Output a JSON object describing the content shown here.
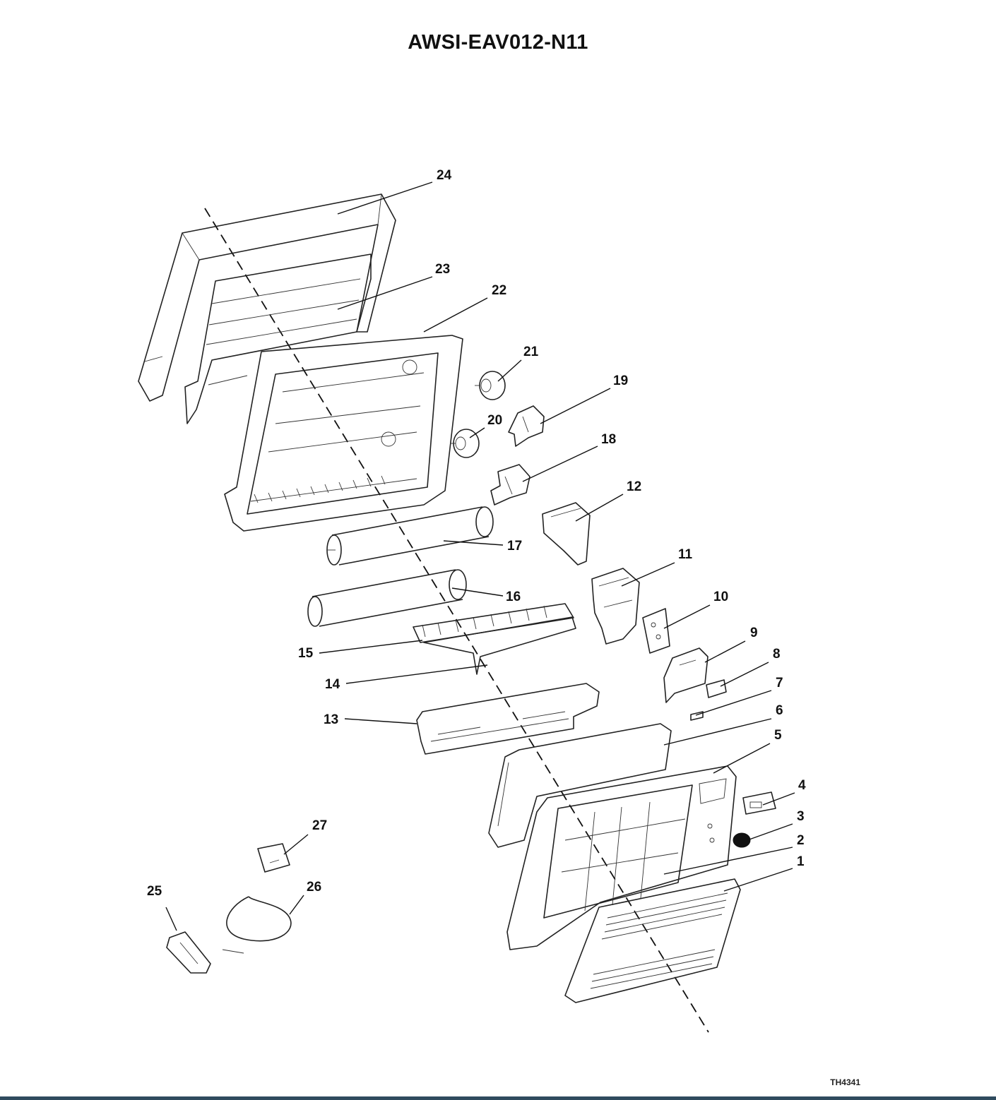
{
  "header": {
    "title": "AWSI-EAV012-N11"
  },
  "footer": {
    "drawing_ref": "TH4341"
  },
  "diagram": {
    "callouts": [
      "1",
      "2",
      "3",
      "4",
      "5",
      "6",
      "7",
      "8",
      "9",
      "10",
      "11",
      "12",
      "13",
      "14",
      "15",
      "16",
      "17",
      "18",
      "19",
      "20",
      "21",
      "22",
      "23",
      "24",
      "25",
      "26",
      "27"
    ]
  }
}
